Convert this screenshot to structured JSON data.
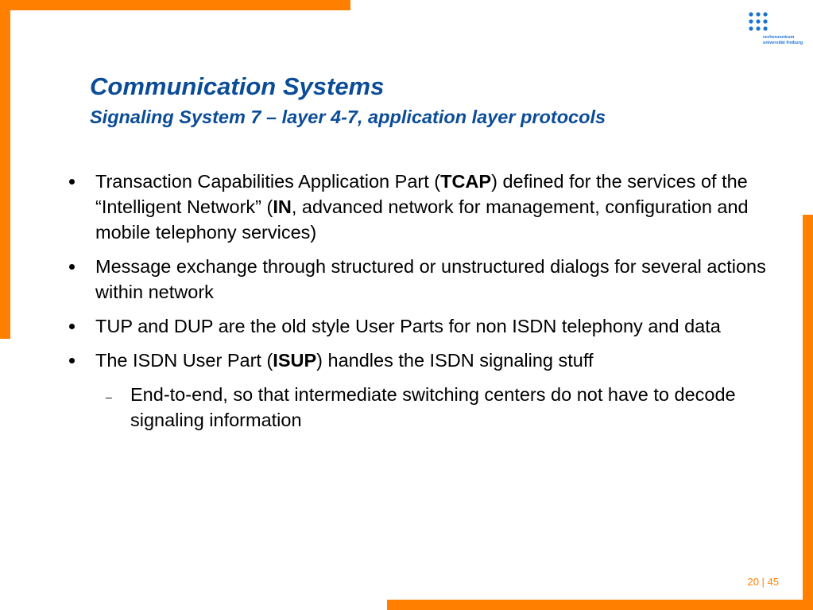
{
  "colors": {
    "accent_orange": "#ff8000",
    "title_blue": "#0b4c98",
    "logo_blue": "#1a73d6"
  },
  "logo": {
    "icon": "rz-dot-grid-icon",
    "line1": "rechenzentrum",
    "line2": "universität freiburg"
  },
  "slide": {
    "title": "Communication Systems",
    "subtitle": "Signaling System 7 – layer 4-7, application layer protocols"
  },
  "bullets": [
    {
      "before": "Transaction Capabilities Application Part (",
      "bold": "TCAP",
      "middle": ") defined for the services of the “Intelligent Network” (",
      "bold2": "IN",
      "after": ", advanced network for management, configuration and mobile telephony services)"
    },
    {
      "text": "Message exchange through structured or unstructured dialogs for several actions within network"
    },
    {
      "text": "TUP and DUP are the old style User Parts for non ISDN telephony and data"
    },
    {
      "before": "The ISDN User Part (",
      "bold": "ISUP",
      "after": ") handles the ISDN signaling stuff",
      "sub": {
        "marker": "–",
        "text": "End-to-end, so that intermediate switching centers do not have to decode signaling information"
      }
    }
  ],
  "footer": {
    "page": "20 | 45"
  }
}
